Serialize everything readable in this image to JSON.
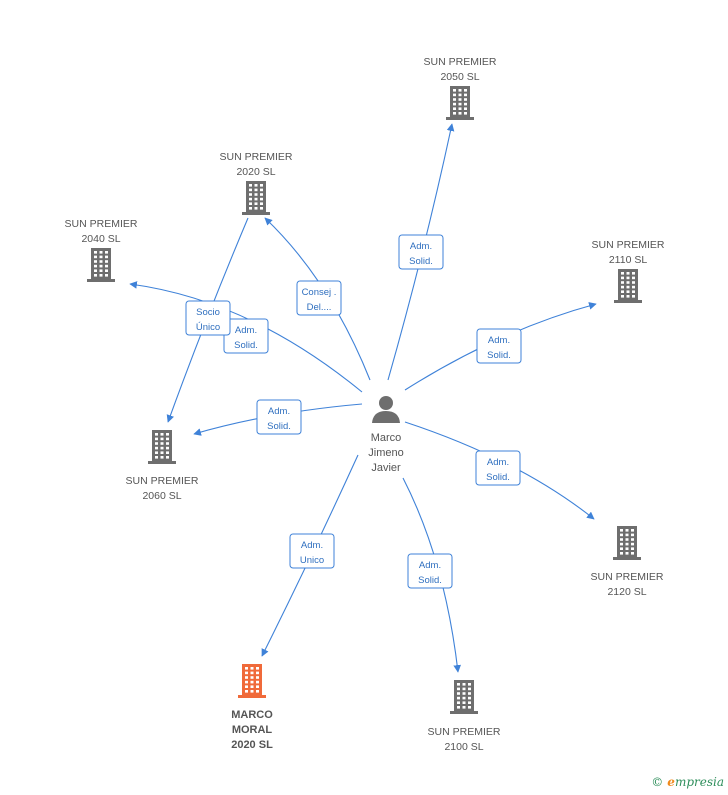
{
  "colors": {
    "edge": "#3f82d8",
    "company": "#6e6e6e",
    "company_highlight": "#f06a3a",
    "person": "#6e6e6e"
  },
  "person": {
    "name_lines": [
      "Marco",
      "Jimeno",
      "Javier"
    ],
    "icon": "person-icon"
  },
  "companies": [
    {
      "id": "sp2050",
      "lines": [
        "SUN PREMIER",
        "2050 SL"
      ],
      "highlight": false
    },
    {
      "id": "sp2020",
      "lines": [
        "SUN PREMIER",
        "2020 SL"
      ],
      "highlight": false
    },
    {
      "id": "sp2040",
      "lines": [
        "SUN PREMIER",
        "2040 SL"
      ],
      "highlight": false
    },
    {
      "id": "sp2110",
      "lines": [
        "SUN PREMIER",
        "2110 SL"
      ],
      "highlight": false
    },
    {
      "id": "sp2060",
      "lines": [
        "SUN PREMIER",
        "2060 SL"
      ],
      "highlight": false
    },
    {
      "id": "sp2120",
      "lines": [
        "SUN PREMIER",
        "2120 SL"
      ],
      "highlight": false
    },
    {
      "id": "mm2020",
      "lines": [
        "MARCO",
        "MORAL",
        "2020 SL"
      ],
      "highlight": true
    },
    {
      "id": "sp2100",
      "lines": [
        "SUN PREMIER",
        "2100 SL"
      ],
      "highlight": false
    }
  ],
  "edges": [
    {
      "from": "person",
      "to": "sp2050",
      "label": [
        "Adm.",
        "Solid."
      ]
    },
    {
      "from": "person",
      "to": "sp2020",
      "label": [
        "Consej .",
        "Del...."
      ]
    },
    {
      "from": "person",
      "to": "sp2040",
      "label": [
        "Adm.",
        "Solid."
      ]
    },
    {
      "from": "sp2020",
      "to": "sp2060",
      "label": [
        "Socio",
        "Único"
      ]
    },
    {
      "from": "person",
      "to": "sp2110",
      "label": [
        "Adm.",
        "Solid."
      ]
    },
    {
      "from": "person",
      "to": "sp2060",
      "label": [
        "Adm.",
        "Solid."
      ]
    },
    {
      "from": "person",
      "to": "sp2120",
      "label": [
        "Adm.",
        "Solid."
      ]
    },
    {
      "from": "person",
      "to": "mm2020",
      "label": [
        "Adm.",
        "Unico"
      ]
    },
    {
      "from": "person",
      "to": "sp2100",
      "label": [
        "Adm.",
        "Solid."
      ]
    }
  ],
  "footer": {
    "copyright": "©",
    "brand_initial": "e",
    "brand_rest": "mpresia"
  }
}
